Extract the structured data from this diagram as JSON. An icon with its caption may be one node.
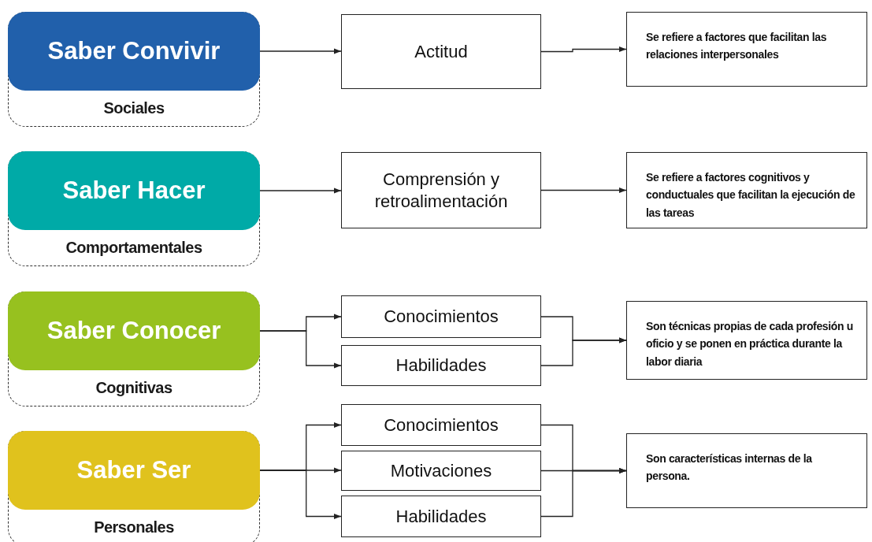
{
  "diagram": {
    "nodes": [
      {
        "text": [
          "Sociales"
        ]
      },
      {
        "text": [
          "Saber Convivir"
        ],
        "in": 0
      },
      {
        "text": [
          "Actitud"
        ]
      },
      {
        "text": [
          "Se refiere a factores que facilitan las relaciones interpersonales"
        ]
      },
      {
        "text": [
          "Comportamentales"
        ]
      },
      {
        "text": [
          "Saber Hacer"
        ],
        "in": 4
      },
      {
        "text": [
          "Comprensión y retroalimentación"
        ]
      },
      {
        "text": [
          "Se refiere a factores cognitivos y conductuales que facilitan la ejecución de las tareas"
        ]
      },
      {
        "text": [
          "Cognitivas"
        ]
      },
      {
        "text": [
          "Saber Conocer"
        ],
        "in": 8
      },
      {
        "text": [
          "Conocimientos"
        ]
      },
      {
        "text": [
          "Habilidades"
        ]
      },
      {
        "text": [
          "Son técnicas propias de cada profesión u oficio y se ponen en práctica durante la labor diaria"
        ]
      },
      {
        "text": [
          "Personales"
        ]
      },
      {
        "text": [
          "Saber Ser"
        ],
        "in": 13
      },
      {
        "text": [
          "Conocimientos"
        ]
      },
      {
        "text": [
          "Motivaciones"
        ]
      },
      {
        "text": [
          "Habilidades"
        ]
      },
      {
        "text": [
          "Son características internas de la persona."
        ]
      }
    ],
    "edges": [
      {
        "from": 1,
        "to": 2,
        "arrow": "to"
      },
      {
        "from": 2,
        "to": 3,
        "arrow": "to"
      },
      {
        "from": 5,
        "to": 6,
        "arrow": "to"
      },
      {
        "from": 6,
        "to": 7,
        "arrow": "to"
      },
      {
        "from": 9,
        "to": 10,
        "arrow": "to"
      },
      {
        "from": 9,
        "to": 11,
        "arrow": "to"
      },
      {
        "from": 10,
        "to": 12,
        "arrow": "to"
      },
      {
        "from": 11,
        "to": 12,
        "arrow": "to"
      },
      {
        "from": 14,
        "to": 15,
        "arrow": "to"
      },
      {
        "from": 14,
        "to": 16,
        "arrow": "to"
      },
      {
        "from": 14,
        "to": 17,
        "arrow": "to"
      },
      {
        "from": 15,
        "to": 18,
        "arrow": "to"
      },
      {
        "from": 16,
        "to": 18,
        "arrow": "to"
      },
      {
        "from": 17,
        "to": 18,
        "arrow": "to"
      }
    ]
  }
}
